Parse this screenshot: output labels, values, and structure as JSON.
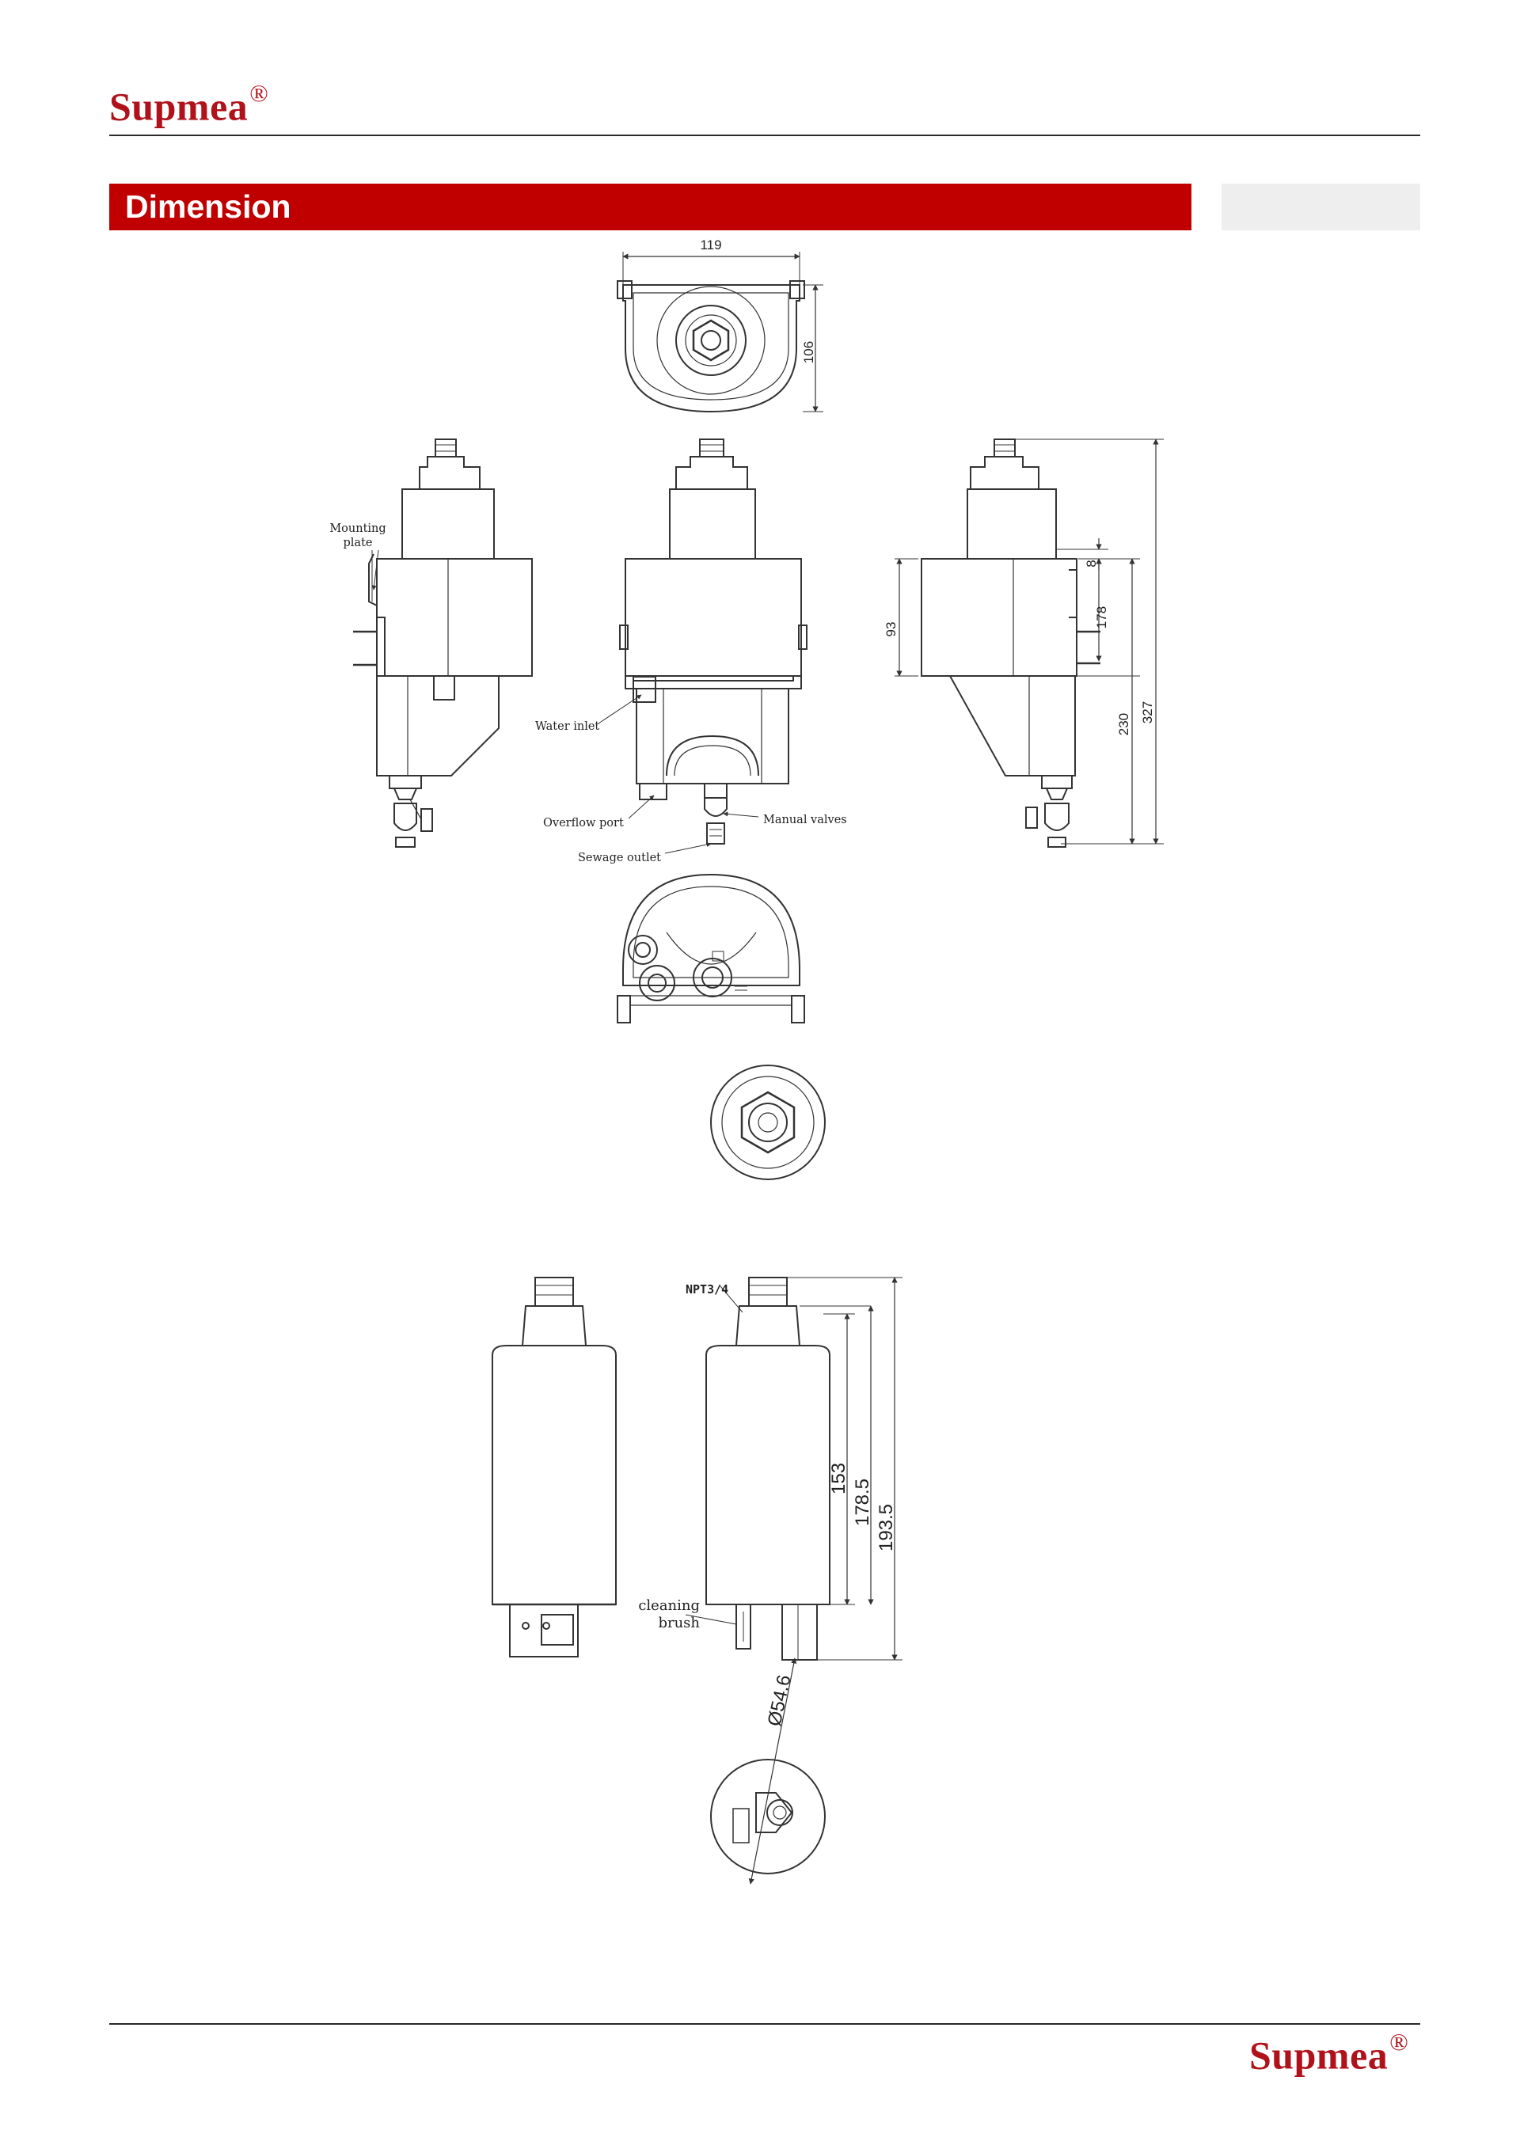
{
  "header": {
    "brand": "Supmea",
    "reg_mark": "®"
  },
  "section": {
    "title": "Dimension"
  },
  "drawing1": {
    "dims": {
      "top_width": "119",
      "top_depth": "106",
      "height_93": "93",
      "height_8": "8",
      "height_178": "178",
      "height_230": "230",
      "height_327": "327"
    },
    "labels": {
      "mounting_plate": "Mounting plate",
      "water_inlet": "Water inlet",
      "overflow_port": "Overflow port",
      "manual_valves": "Manual valves",
      "sewage_outlet": "Sewage outlet"
    }
  },
  "drawing2": {
    "dims": {
      "npt": "NPT3/4",
      "h153": "153",
      "h178_5": "178.5",
      "h193_5": "193.5",
      "diameter": "Ø54.6"
    },
    "labels": {
      "cleaning_brush": "cleaning brush"
    }
  },
  "footer": {
    "brand": "Supmea",
    "reg_mark": "®"
  }
}
